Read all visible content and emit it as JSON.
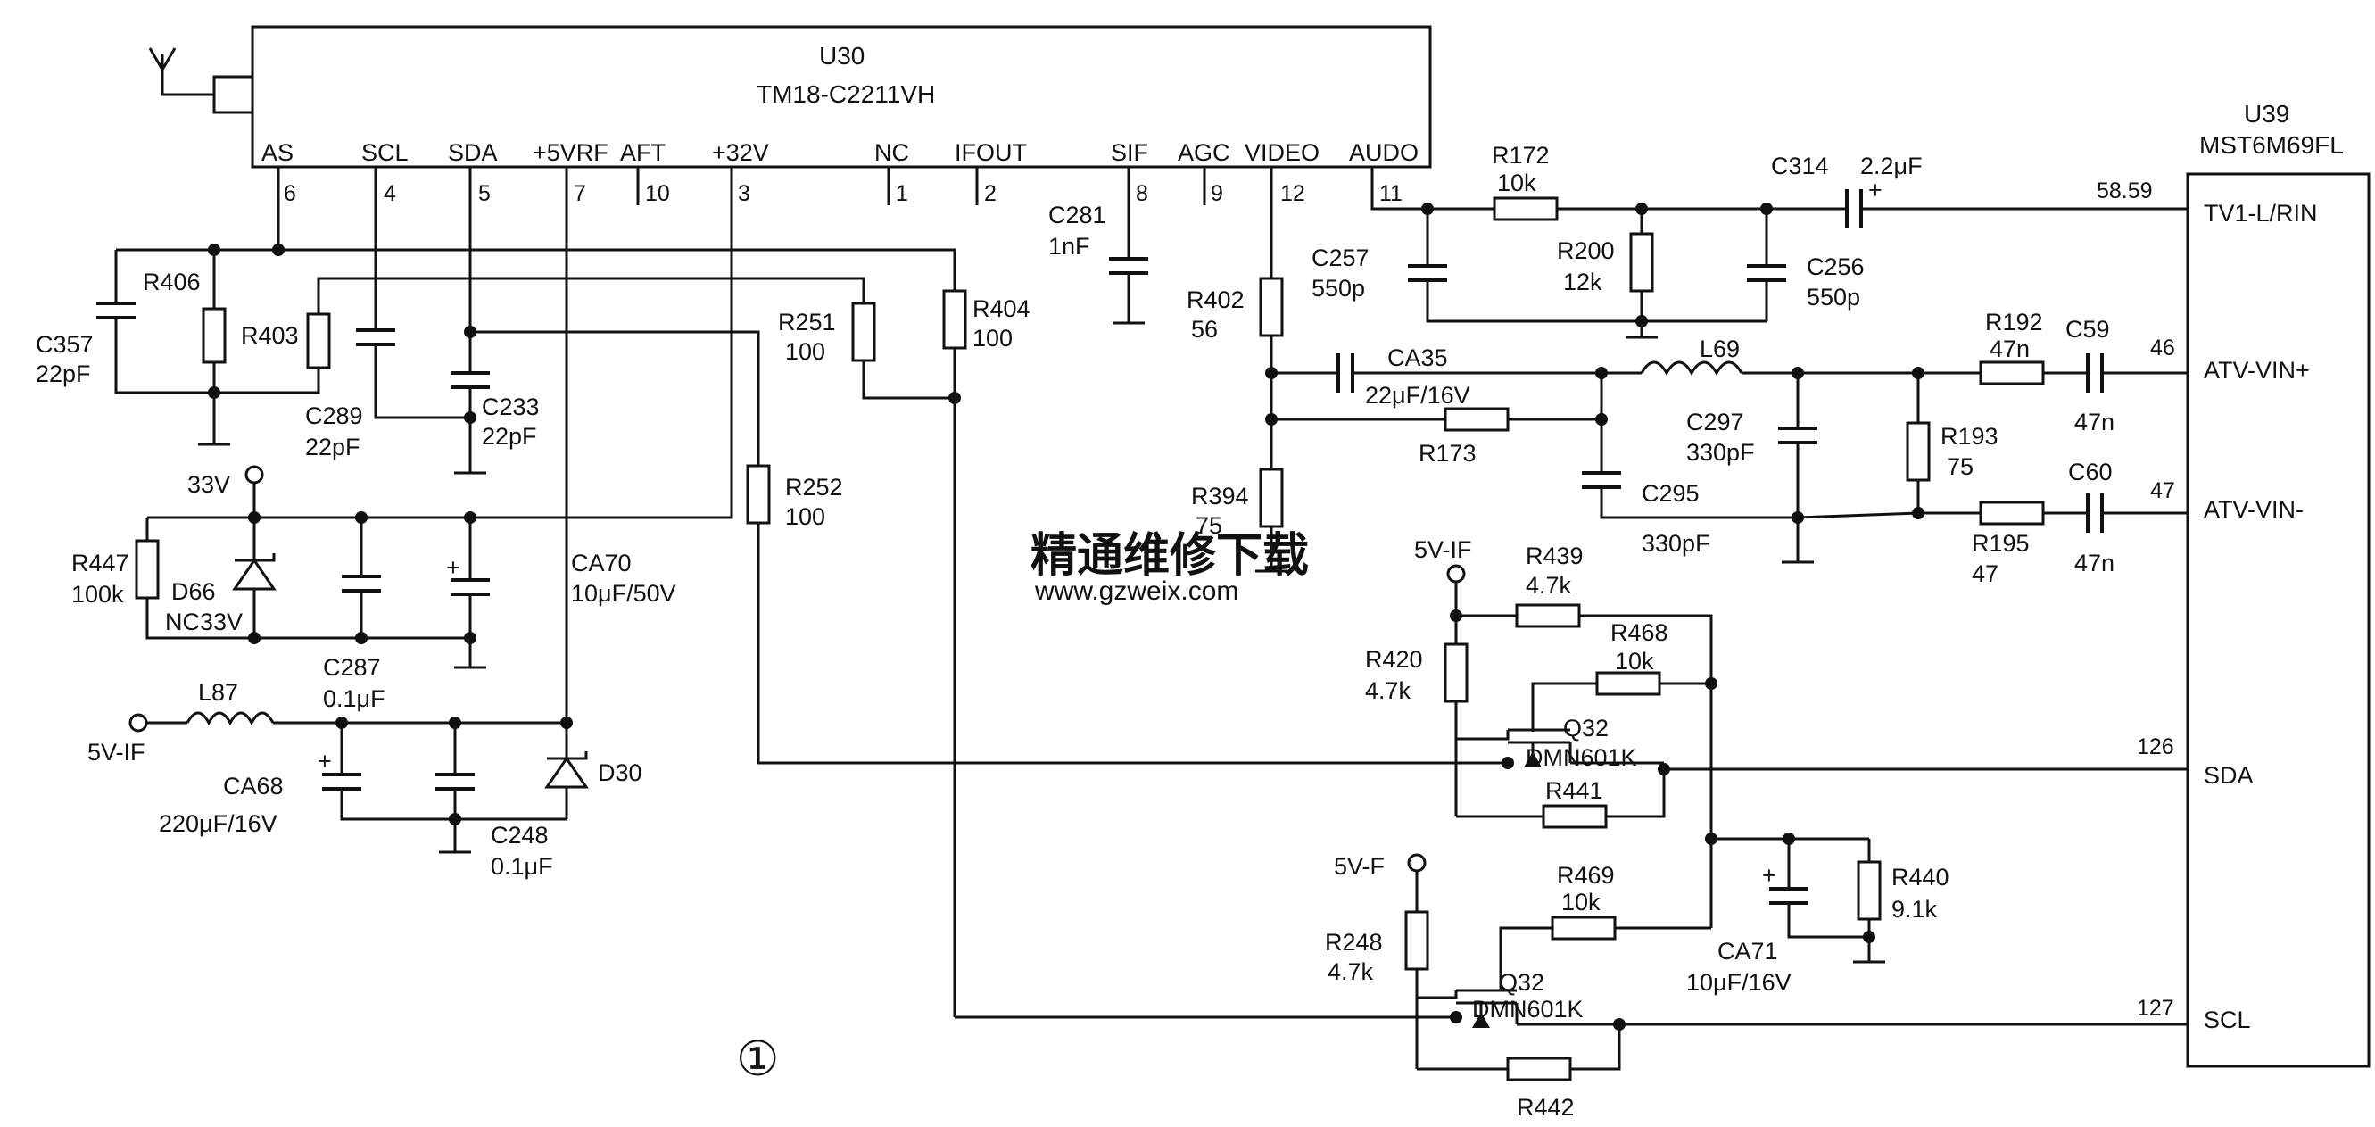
{
  "u30": {
    "ref": "U30",
    "part": "TM18-C2211VH",
    "pins": [
      {
        "name": "AS",
        "num": "6"
      },
      {
        "name": "SCL",
        "num": "4"
      },
      {
        "name": "SDA",
        "num": "5"
      },
      {
        "name": "+5VRF",
        "num": "7"
      },
      {
        "name": "AFT",
        "num": "10"
      },
      {
        "name": "+32V",
        "num": "3"
      },
      {
        "name": "NC",
        "num": "1"
      },
      {
        "name": "IFOUT",
        "num": "2"
      },
      {
        "name": "SIF",
        "num": "8"
      },
      {
        "name": "AGC",
        "num": "9"
      },
      {
        "name": "VIDEO",
        "num": "12"
      },
      {
        "name": "AUDO",
        "num": "11"
      }
    ]
  },
  "u39": {
    "ref": "U39",
    "part": "MST6M69FL",
    "pins": [
      {
        "name": "TV1-L/RIN",
        "num": "58.59"
      },
      {
        "name": "ATV-VIN+",
        "num": "46"
      },
      {
        "name": "ATV-VIN-",
        "num": "47"
      },
      {
        "name": "SDA",
        "num": "126"
      },
      {
        "name": "SCL",
        "num": "127"
      }
    ]
  },
  "components": {
    "r406": {
      "ref": "R406"
    },
    "c357": {
      "ref": "C357",
      "value": "22pF"
    },
    "r403": {
      "ref": "R403"
    },
    "c289": {
      "ref": "C289",
      "value": "22pF"
    },
    "c233": {
      "ref": "C233",
      "value": "22pF"
    },
    "r251": {
      "ref": "R251",
      "value": "100"
    },
    "r404": {
      "ref": "R404",
      "value": "100"
    },
    "r252": {
      "ref": "R252",
      "value": "100"
    },
    "c281": {
      "ref": "C281",
      "value": "1nF"
    },
    "r402": {
      "ref": "R402",
      "value": "56"
    },
    "r394": {
      "ref": "R394",
      "value": "75"
    },
    "ca35": {
      "ref": "CA35",
      "value": "22μF/16V"
    },
    "r173": {
      "ref": "R173"
    },
    "c257": {
      "ref": "C257",
      "value": "550p"
    },
    "r172": {
      "ref": "R172",
      "value": "10k"
    },
    "r200": {
      "ref": "R200",
      "value": "12k"
    },
    "c256": {
      "ref": "C256",
      "value": "550p"
    },
    "c314": {
      "ref": "C314",
      "value": "2.2μF"
    },
    "l69": {
      "ref": "L69"
    },
    "c297": {
      "ref": "C297",
      "value": "330pF"
    },
    "c295": {
      "ref": "C295",
      "value": "330pF"
    },
    "r192": {
      "ref": "R192",
      "value": "47n"
    },
    "c59": {
      "ref": "C59",
      "value": "47n"
    },
    "r193": {
      "ref": "R193",
      "value": "75"
    },
    "r195": {
      "ref": "R195",
      "value": "47"
    },
    "c60": {
      "ref": "C60",
      "value": "47n"
    },
    "r447": {
      "ref": "R447",
      "value": "100k"
    },
    "d66": {
      "ref": "D66",
      "value": "NC33V"
    },
    "c287": {
      "ref": "C287",
      "value": "0.1μF"
    },
    "ca70": {
      "ref": "CA70",
      "value": "10μF/50V"
    },
    "l87": {
      "ref": "L87"
    },
    "ca68": {
      "ref": "CA68",
      "value": "220μF/16V"
    },
    "c248": {
      "ref": "C248",
      "value": "0.1μF"
    },
    "d30": {
      "ref": "D30"
    },
    "r439": {
      "ref": "R439",
      "value": "4.7k"
    },
    "r468": {
      "ref": "R468",
      "value": "10k"
    },
    "r420": {
      "ref": "R420",
      "value": "4.7k"
    },
    "q32a": {
      "ref": "Q32",
      "value": "DMN601K"
    },
    "r441": {
      "ref": "R441"
    },
    "r469": {
      "ref": "R469",
      "value": "10k"
    },
    "r248": {
      "ref": "R248",
      "value": "4.7k"
    },
    "q32b": {
      "ref": "Q32",
      "value": "DMN601K"
    },
    "r442": {
      "ref": "R442"
    },
    "r440": {
      "ref": "R440",
      "value": "9.1k"
    },
    "ca71": {
      "ref": "CA71",
      "value": "10μF/16V"
    }
  },
  "rails": {
    "v33": "33V",
    "v5if_left": "5V-IF",
    "v5if_right": "5V-IF",
    "v5f": "5V-F"
  },
  "figure_number": "①",
  "watermark": {
    "cn": "精通维修下载",
    "url": "www.gzweix.com"
  }
}
